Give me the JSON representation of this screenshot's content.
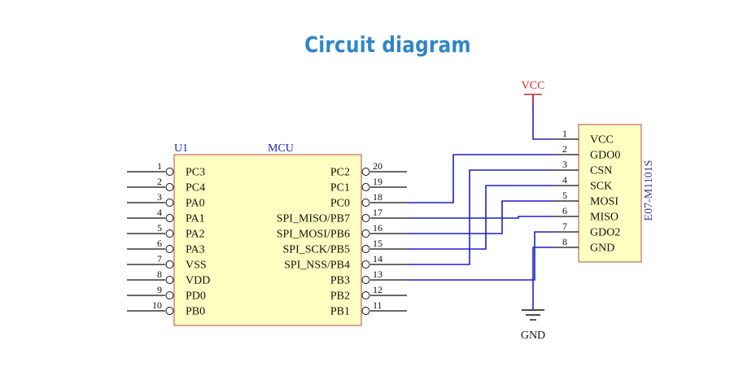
{
  "title": "Circuit diagram",
  "mcu": {
    "ref": "U1",
    "name": "MCU",
    "left_pins": [
      {
        "num": "1",
        "name": "PC3"
      },
      {
        "num": "2",
        "name": "PC4"
      },
      {
        "num": "3",
        "name": "PA0"
      },
      {
        "num": "4",
        "name": "PA1"
      },
      {
        "num": "5",
        "name": "PA2"
      },
      {
        "num": "6",
        "name": "PA3"
      },
      {
        "num": "7",
        "name": "VSS"
      },
      {
        "num": "8",
        "name": "VDD"
      },
      {
        "num": "9",
        "name": "PD0"
      },
      {
        "num": "10",
        "name": "PB0"
      }
    ],
    "right_pins": [
      {
        "num": "20",
        "name": "PC2"
      },
      {
        "num": "19",
        "name": "PC1"
      },
      {
        "num": "18",
        "name": "PC0"
      },
      {
        "num": "17",
        "name": "SPI_MISO/PB7"
      },
      {
        "num": "16",
        "name": "SPI_MOSI/PB6"
      },
      {
        "num": "15",
        "name": "SPI_SCK/PB5"
      },
      {
        "num": "14",
        "name": "SPI_NSS/PB4"
      },
      {
        "num": "13",
        "name": "PB3"
      },
      {
        "num": "12",
        "name": "PB2"
      },
      {
        "num": "11",
        "name": "PB1"
      }
    ]
  },
  "module": {
    "name": "E07-M1101S",
    "pins": [
      {
        "num": "1",
        "name": "VCC"
      },
      {
        "num": "2",
        "name": "GDO0"
      },
      {
        "num": "3",
        "name": "CSN"
      },
      {
        "num": "4",
        "name": "SCK"
      },
      {
        "num": "5",
        "name": "MOSI"
      },
      {
        "num": "6",
        "name": "MISO"
      },
      {
        "num": "7",
        "name": "GDO2"
      },
      {
        "num": "8",
        "name": "GND"
      }
    ]
  },
  "power": {
    "vcc_label": "VCC",
    "gnd_label": "GND"
  },
  "colors": {
    "title": "#2f86c8",
    "body_fill": "#ffffc2",
    "body_stroke": "#b5484b",
    "wire": "#1f1fc8",
    "vcc": "#d12a2a",
    "module_label": "#3a3a8c"
  }
}
